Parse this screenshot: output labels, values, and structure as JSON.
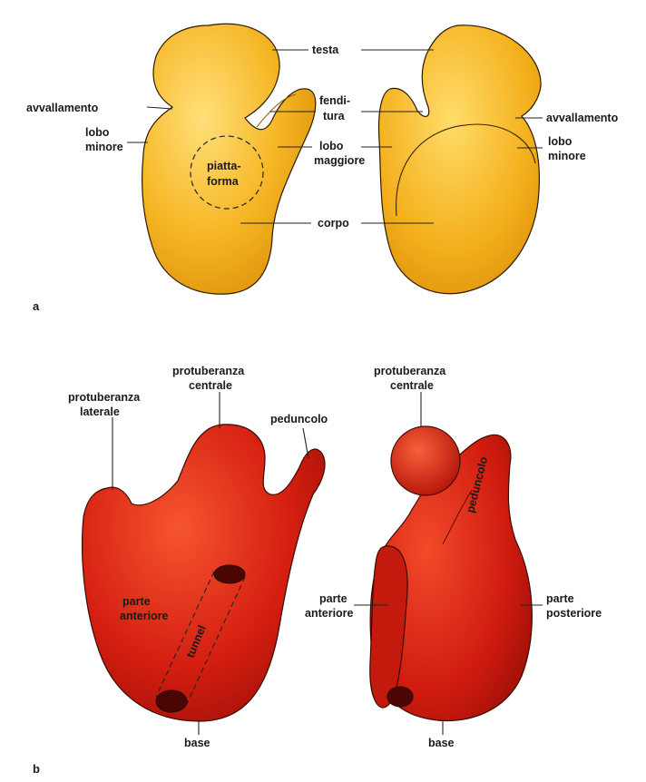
{
  "panel_a": {
    "letter": "a",
    "left": {
      "testa": "testa",
      "avvallamento": "avvallamento",
      "lobo_minore": [
        "lobo",
        "minore"
      ],
      "piattaforma": [
        "piatta-",
        "forma"
      ],
      "fenditura": [
        "fendi-",
        "tura"
      ],
      "lobo_maggiore": [
        "lobo",
        "maggiore"
      ],
      "corpo": "corpo"
    },
    "right": {
      "avvallamento": "avvallamento",
      "lobo_minore": [
        "lobo",
        "minore"
      ]
    }
  },
  "panel_b": {
    "letter": "b",
    "left": {
      "protuberanza_laterale": [
        "protuberanza",
        "laterale"
      ],
      "protuberanza_centrale": [
        "protuberanza",
        "centrale"
      ],
      "peduncolo": "peduncolo",
      "parte_anteriore": [
        "parte",
        "anteriore"
      ],
      "tunnel": "tunnel",
      "base": "base"
    },
    "right": {
      "protuberanza_centrale": [
        "protuberanza",
        "centrale"
      ],
      "peduncolo": "peduncolo",
      "parte_anteriore": [
        "parte",
        "anteriore"
      ],
      "parte_posteriore": [
        "parte",
        "posteriore"
      ],
      "base": "base"
    }
  },
  "colors": {
    "yellow_light": "#ffd54a",
    "yellow_mid": "#f4b01c",
    "yellow_dark": "#d98a06",
    "red_light": "#f24a2a",
    "red_mid": "#d41e10",
    "red_dark": "#8e0b05"
  }
}
